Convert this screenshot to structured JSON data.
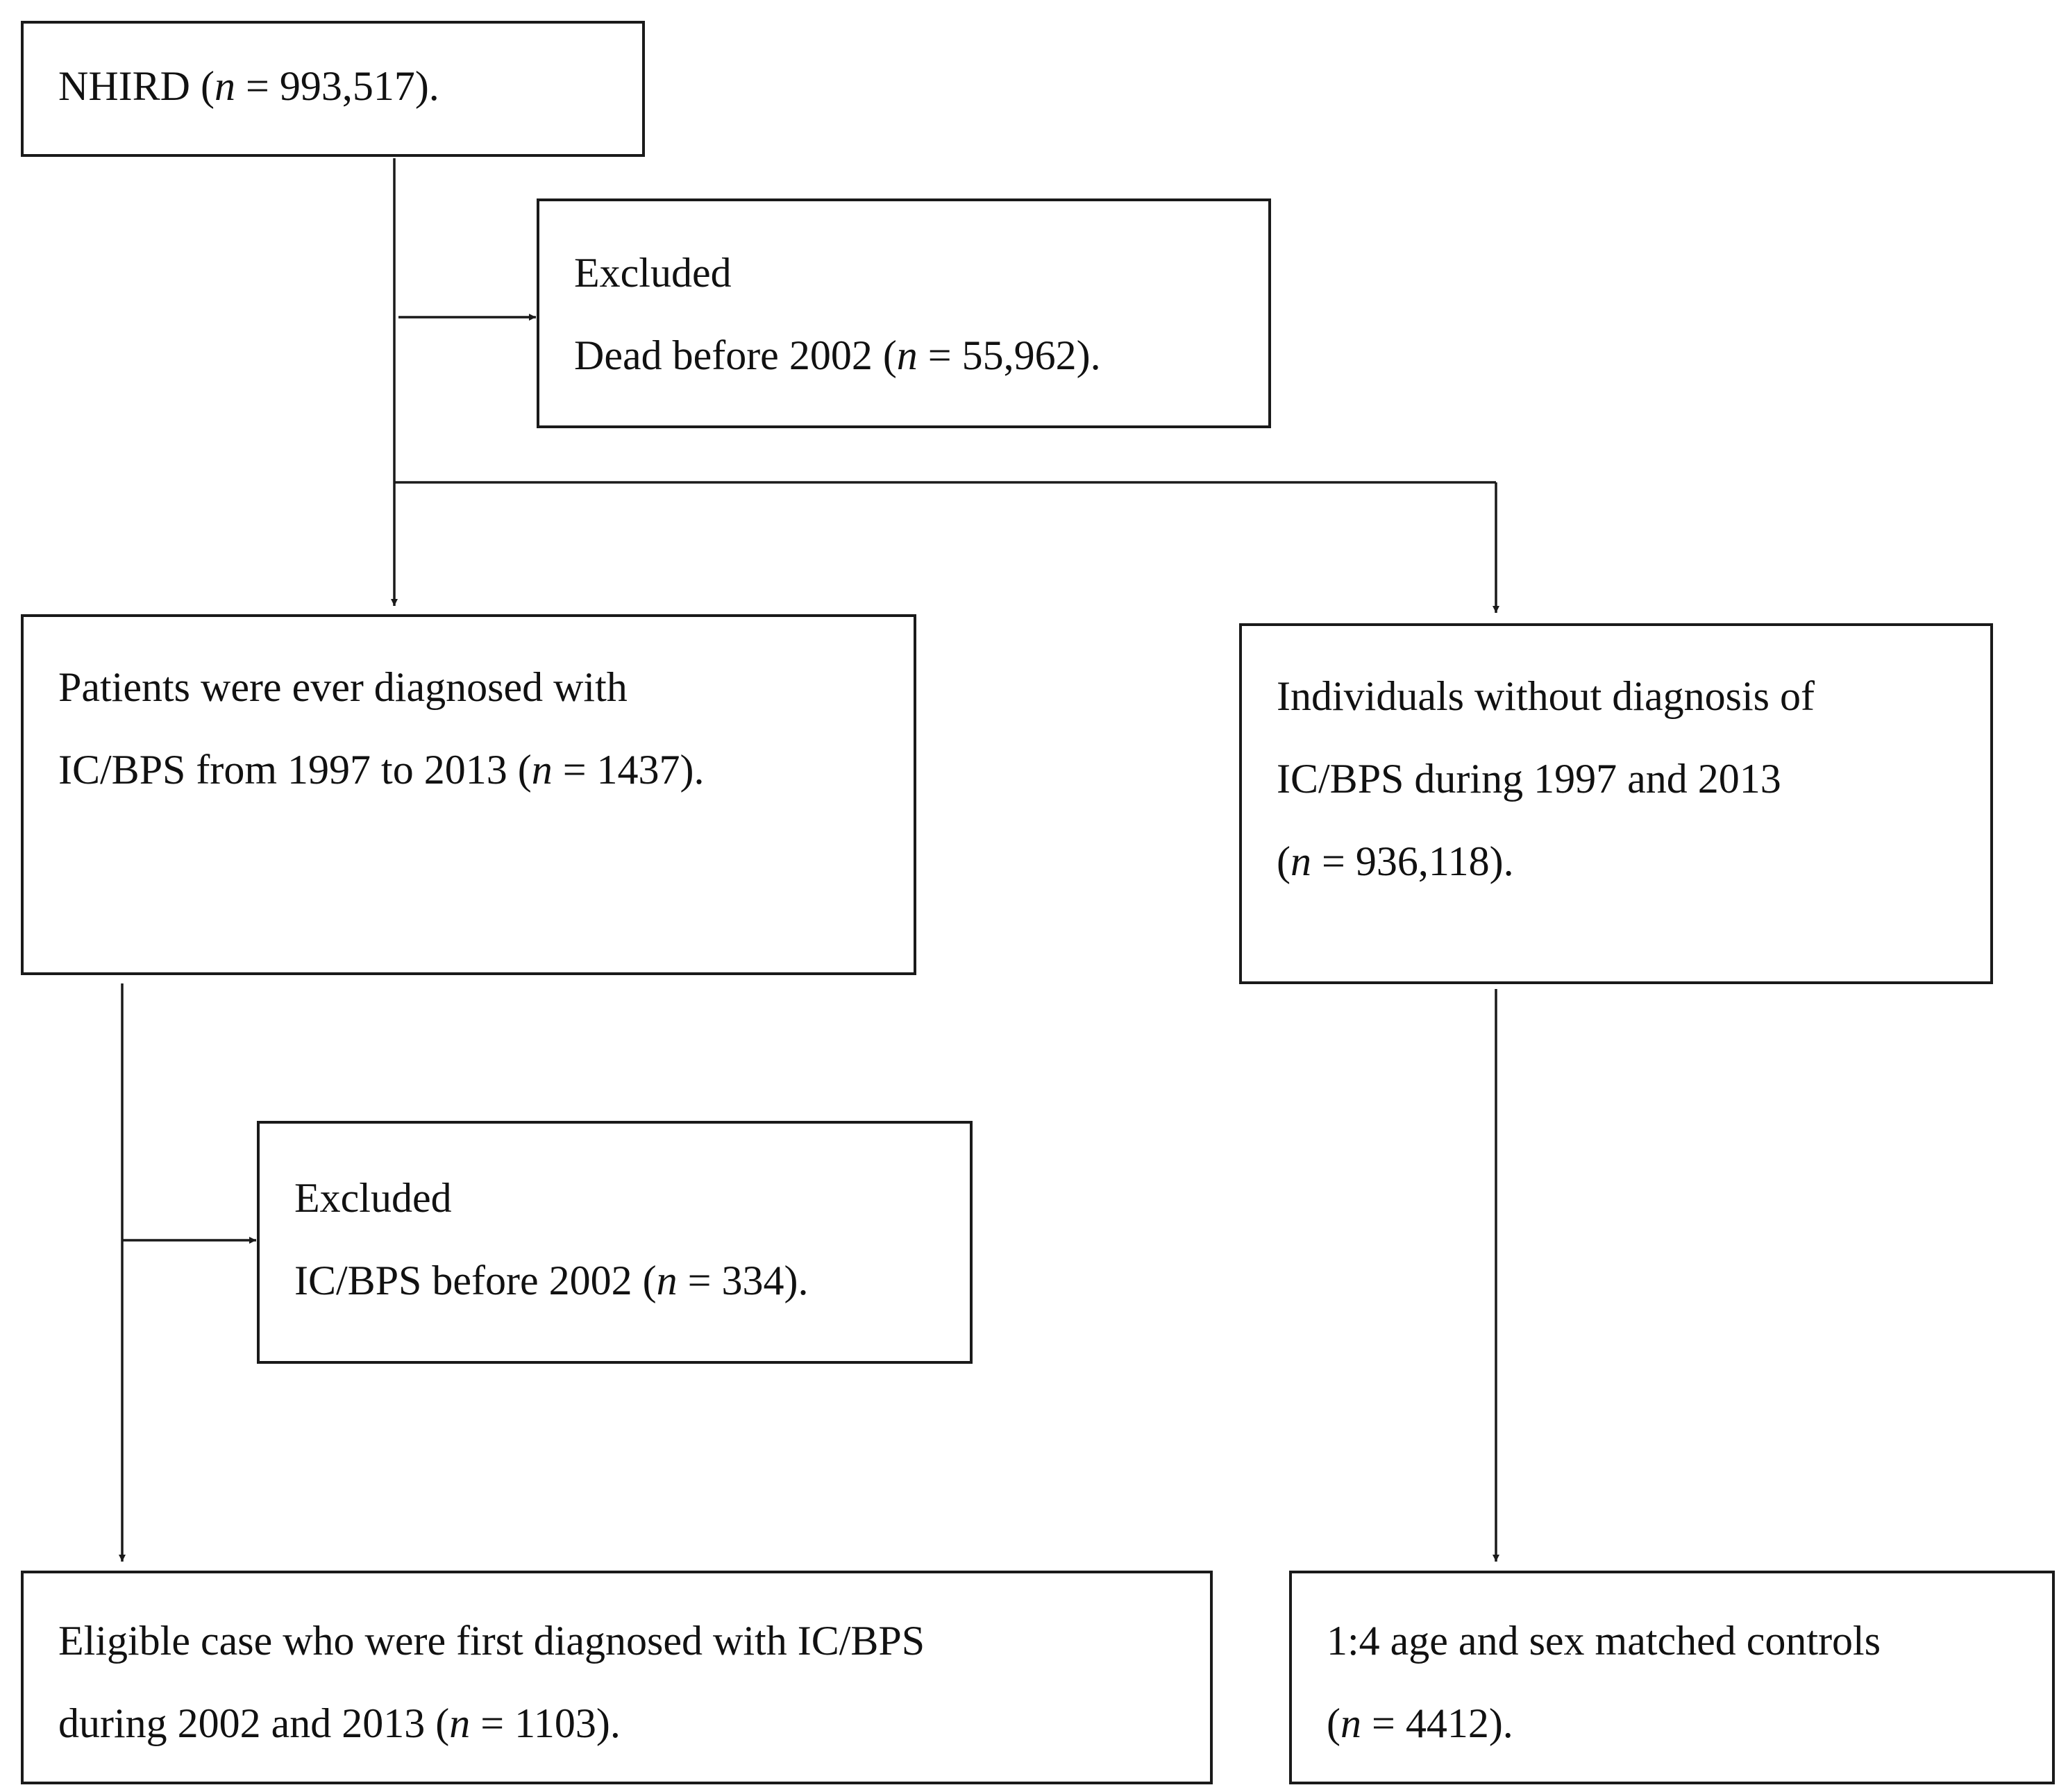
{
  "boxes": {
    "nhird": {
      "pre": "NHIRD  (",
      "n": "n",
      "post": " = 993,517)."
    },
    "excluded_dead": {
      "heading": "Excluded",
      "pre": "Dead before 2002 (",
      "n": "n",
      "post": " = 55,962)."
    },
    "patients": {
      "line1": "Patients were ever diagnosed with",
      "pre": "IC/BPS  from 1997 to 2013 (",
      "n": "n",
      "post": " = 1437)."
    },
    "individuals": {
      "line1": "Individuals without diagnosis of",
      "line2": "IC/BPS  during 1997 and 2013",
      "pre": "(",
      "n": "n",
      "post": " = 936,118)."
    },
    "excluded_icbps": {
      "heading": "Excluded",
      "pre": "IC/BPS  before 2002 (",
      "n": "n",
      "post": " = 334)."
    },
    "eligible": {
      "line1": "Eligible case who were first diagnosed with IC/BPS",
      "pre": "during 2002 and 2013 (",
      "n": "n",
      "post": " = 1103)."
    },
    "controls": {
      "line1": "1:4 age and sex matched controls",
      "pre": "(",
      "n": "n",
      "post": " = 4412)."
    }
  },
  "colors": {
    "stroke": "#1a1a1a",
    "background": "#ffffff"
  }
}
